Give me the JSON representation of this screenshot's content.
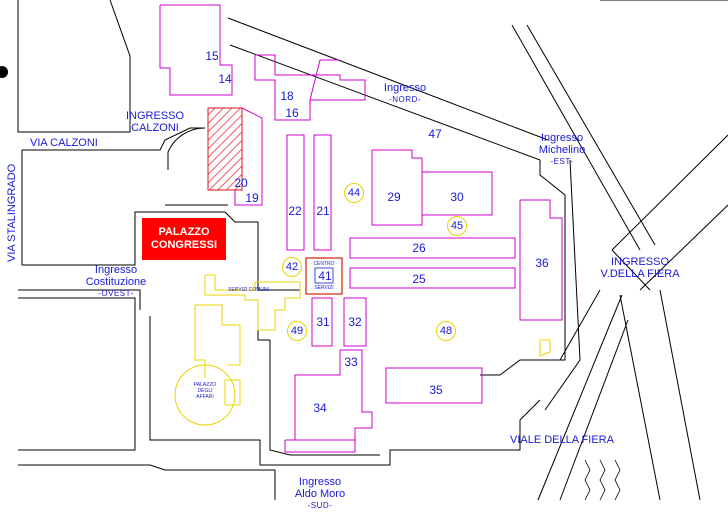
{
  "streets": {
    "via_calzoni": "VIA CALZONI",
    "via_stalingrado": "VIA STALINGRADO",
    "viale_fiera": "VIALE DELLA FIERA"
  },
  "entrances": {
    "calzoni": {
      "line1": "INGRESSO",
      "line2": "CALZONI"
    },
    "nord": {
      "line1": "Ingresso",
      "line2": "-NORD-"
    },
    "michelino": {
      "line1": "Ingresso",
      "line2": "Michelino",
      "line3": "-EST-"
    },
    "fiera": {
      "line1": "INGRESSO",
      "line2": "V.DELLA FIERA"
    },
    "costituzione": {
      "line1": "Ingresso",
      "line2": "Costituzione",
      "line3": "-OVEST-"
    },
    "aldo_moro": {
      "line1": "Ingresso",
      "line2": "Aldo Moro",
      "line3": "-SUD-"
    }
  },
  "landmark": {
    "line1": "PALAZZO",
    "line2": "CONGRESSI"
  },
  "small_labels": {
    "servizi_comuni": "SERVIZI COMUNI",
    "centro_servizi_1": "CENTRO",
    "centro_servizi_2": "SERVIZI",
    "palazzo_affari_1": "PALAZZO",
    "palazzo_affari_2": "DEGLI",
    "palazzo_affari_3": "AFFARI"
  },
  "halls": {
    "h14": "14",
    "h15": "15",
    "h16": "16",
    "h18": "18",
    "h19": "19",
    "h20": "20",
    "h21": "21",
    "h22": "22",
    "h25": "25",
    "h26": "26",
    "h29": "29",
    "h30": "30",
    "h31": "31",
    "h32": "32",
    "h33": "33",
    "h34": "34",
    "h35": "35",
    "h36": "36",
    "h41": "41",
    "h47": "47"
  },
  "points": {
    "p42": "42",
    "p44": "44",
    "p45": "45",
    "p48": "48",
    "p49": "49"
  },
  "colors": {
    "roads": "#000000",
    "halls": "#d000d0",
    "services": "#e8d400",
    "text": "#1a1ad6",
    "palazzo": "#ff0000",
    "hatch": "#e01020",
    "centro_servizi": "#d02000"
  }
}
